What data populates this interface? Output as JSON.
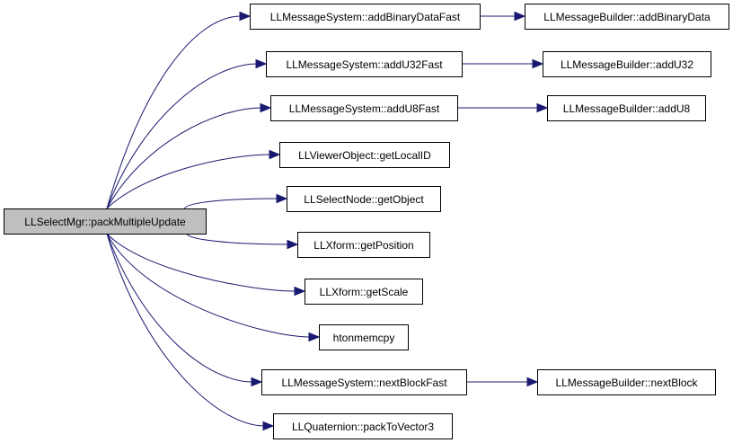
{
  "graph": {
    "root": "LLSelectMgr::packMultipleUpdate",
    "nodes": {
      "root": "LLSelectMgr::packMultipleUpdate",
      "ms_add_binary": "LLMessageSystem::addBinaryDataFast",
      "mb_add_binary": "LLMessageBuilder::addBinaryData",
      "ms_add_u32": "LLMessageSystem::addU32Fast",
      "mb_add_u32": "LLMessageBuilder::addU32",
      "ms_add_u8": "LLMessageSystem::addU8Fast",
      "mb_add_u8": "LLMessageBuilder::addU8",
      "get_local_id": "LLViewerObject::getLocalID",
      "get_object": "LLSelectNode::getObject",
      "get_position": "LLXform::getPosition",
      "get_scale": "LLXform::getScale",
      "htonmemcpy": "htonmemcpy",
      "ms_next_block": "LLMessageSystem::nextBlockFast",
      "mb_next_block": "LLMessageBuilder::nextBlock",
      "pack_to_vector3": "LLQuaternion::packToVector3"
    },
    "edges": [
      [
        "root",
        "ms_add_binary"
      ],
      [
        "root",
        "ms_add_u32"
      ],
      [
        "root",
        "ms_add_u8"
      ],
      [
        "root",
        "get_local_id"
      ],
      [
        "root",
        "get_object"
      ],
      [
        "root",
        "get_position"
      ],
      [
        "root",
        "get_scale"
      ],
      [
        "root",
        "htonmemcpy"
      ],
      [
        "root",
        "ms_next_block"
      ],
      [
        "root",
        "pack_to_vector3"
      ],
      [
        "ms_add_binary",
        "mb_add_binary"
      ],
      [
        "ms_add_u32",
        "mb_add_u32"
      ],
      [
        "ms_add_u8",
        "mb_add_u8"
      ],
      [
        "ms_next_block",
        "mb_next_block"
      ]
    ],
    "colors": {
      "edge": "#191970",
      "root_fill": "#bfbfbf",
      "node_fill": "#ffffff",
      "border": "#000000"
    }
  }
}
